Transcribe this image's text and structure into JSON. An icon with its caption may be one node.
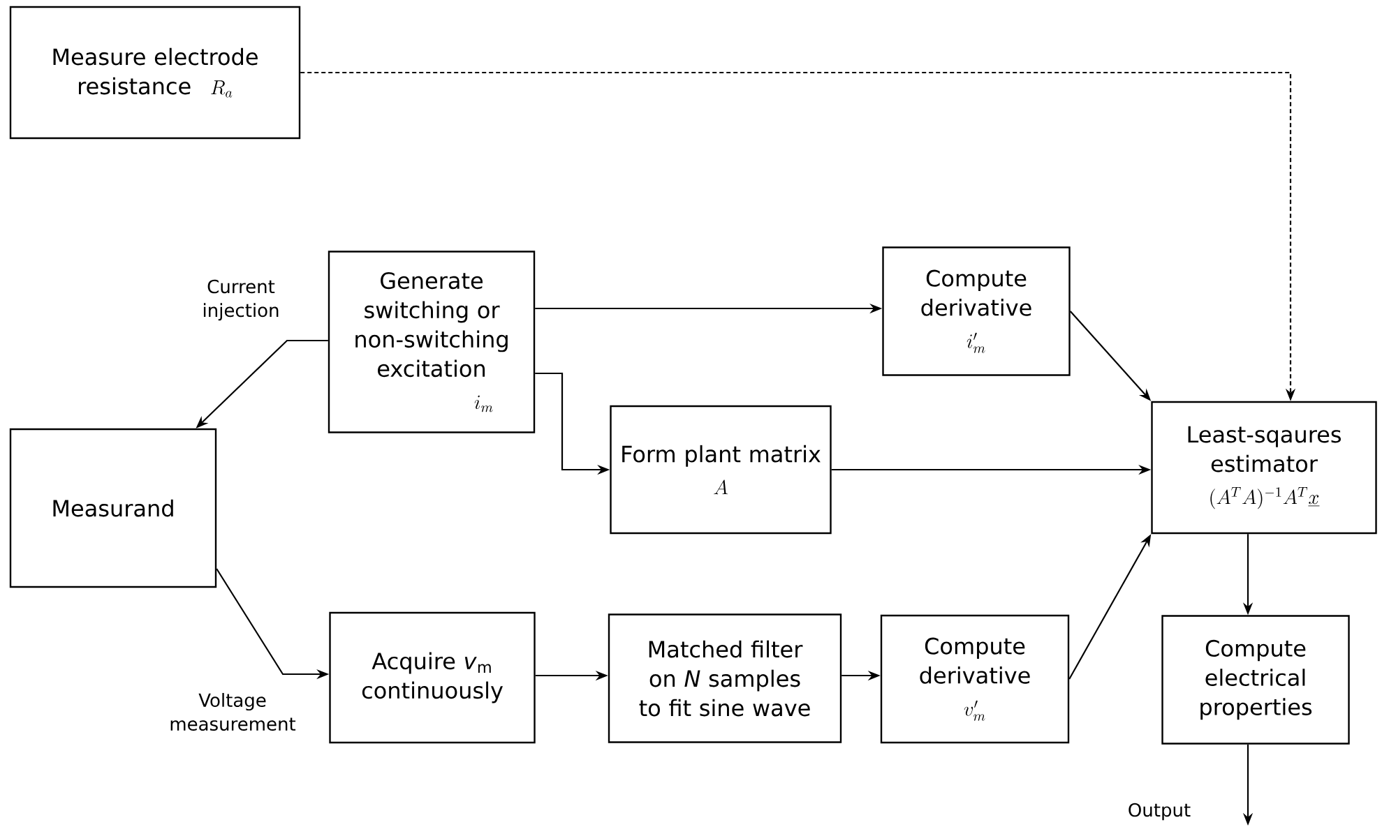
{
  "diagram": {
    "nodes": [
      {
        "text": [
          "Measure electrode resistance",
          "R_a"
        ]
      },
      {
        "text": [
          "Generate switching or non-switching excitation",
          "i_m"
        ]
      },
      {
        "text": [
          "Compute derivative",
          "i'_m"
        ]
      },
      {
        "text": [
          "Measurand"
        ]
      },
      {
        "text": [
          "Form plant matrix",
          "A"
        ]
      },
      {
        "text": [
          "Least-sqaures estimator",
          "(A^TA)^{-1}A^T\\underline{x}"
        ]
      },
      {
        "text": [
          "Acquire *v*$_{m}$ continuously"
        ]
      },
      {
        "text": [
          "Matched filter on *N* samples to fit sine wave"
        ]
      },
      {
        "text": [
          "Compute derivative",
          "v'_m"
        ]
      },
      {
        "text": [
          "Compute electrical properties"
        ]
      }
    ],
    "edges": [
      {
        "from": 0,
        "to": 5,
        "arrow": "to",
        "style": "dashed"
      },
      {
        "from": 1,
        "to": 2,
        "arrow": "to"
      },
      {
        "from": 1,
        "to": 3,
        "arrow": "to",
        "label": "Current injection"
      },
      {
        "from": 1,
        "to": 4,
        "arrow": "to"
      },
      {
        "from": 2,
        "to": 5,
        "arrow": "to"
      },
      {
        "from": 4,
        "to": 5,
        "arrow": "to"
      },
      {
        "from": 3,
        "to": 6,
        "arrow": "to",
        "label": "Voltage measurement"
      },
      {
        "from": 6,
        "to": 7,
        "arrow": "to"
      },
      {
        "from": 7,
        "to": 8,
        "arrow": "to"
      },
      {
        "from": 8,
        "to": 5,
        "arrow": "to"
      },
      {
        "from": 5,
        "to": 9,
        "arrow": "to"
      },
      {
        "from": 9,
        "to": null,
        "arrow": "to",
        "label": "Output"
      }
    ]
  }
}
